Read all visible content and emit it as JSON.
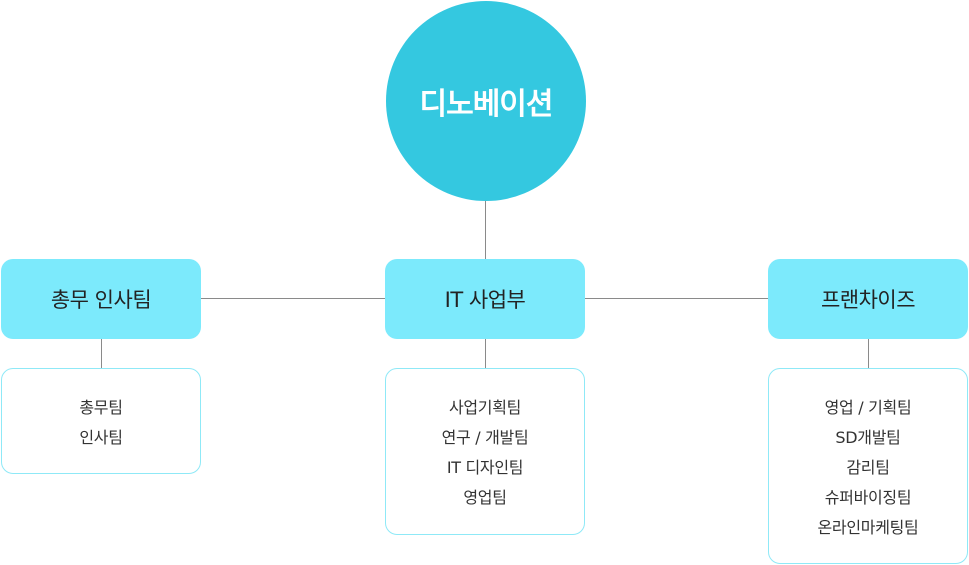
{
  "colors": {
    "root_fill": "#34c8e0",
    "dept_fill": "#7ceafc",
    "box_border": "#8fe9f7",
    "connector": "#8a8a8a"
  },
  "org": {
    "root": "디노베이션",
    "departments": [
      {
        "name": "총무 인사팀",
        "teams": [
          "총무팀",
          "인사팀"
        ]
      },
      {
        "name": "IT 사업부",
        "teams": [
          "사업기획팀",
          "연구 / 개발팀",
          "IT 디자인팀",
          "영업팀"
        ]
      },
      {
        "name": "프랜차이즈",
        "teams": [
          "영업 / 기획팀",
          "SD개발팀",
          "감리팀",
          "슈퍼바이징팀",
          "온라인마케팅팀"
        ]
      }
    ]
  }
}
